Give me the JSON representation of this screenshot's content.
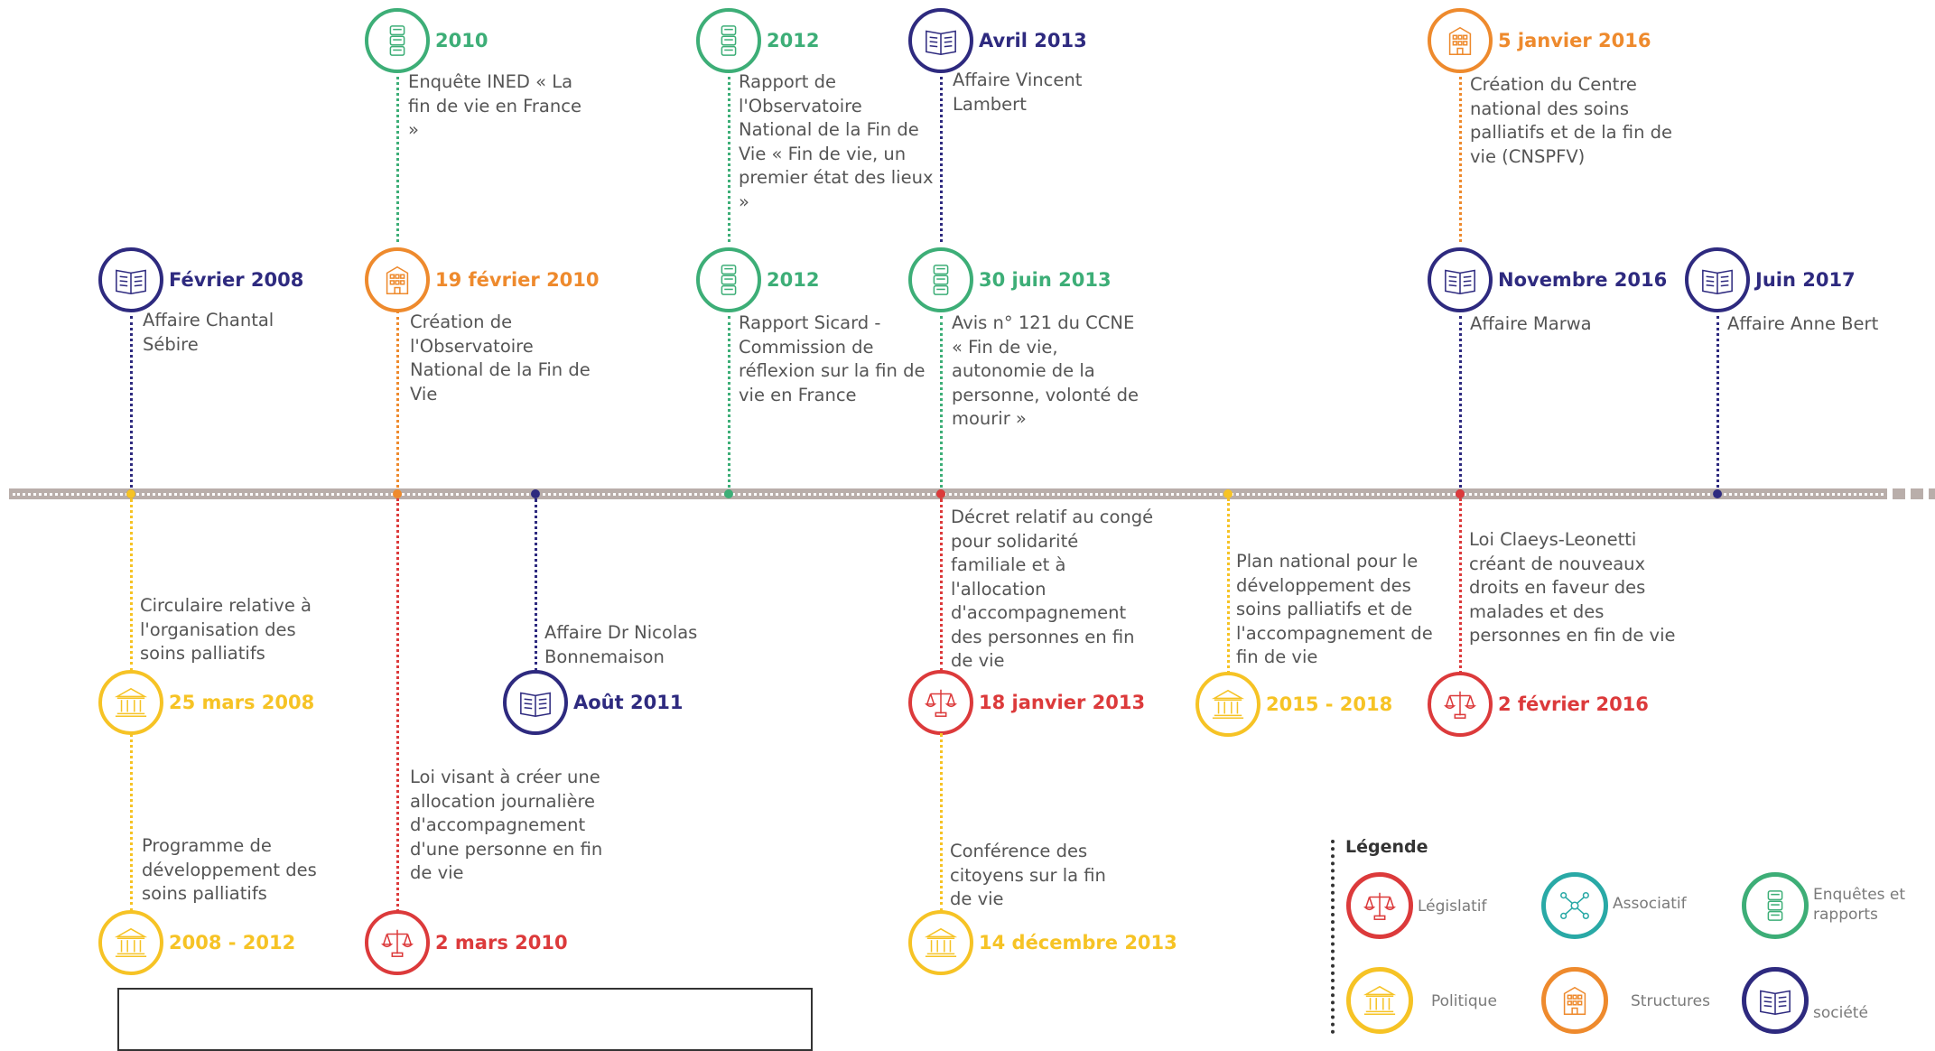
{
  "colors": {
    "legislatif": "#dc3a3b",
    "associatif": "#29a9a6",
    "enquetes": "#3dae77",
    "politique": "#f6c325",
    "structures": "#ee8a2d",
    "societe": "#2e2a7f",
    "axis": "#b9aeaa",
    "text": "#555555"
  },
  "legend": {
    "title": "Légende",
    "items": [
      {
        "category": "legislatif",
        "icon": "scales-icon",
        "label": "Législatif"
      },
      {
        "category": "associatif",
        "icon": "network-icon",
        "label": "Associatif"
      },
      {
        "category": "enquetes",
        "icon": "documents-icon",
        "label": "Enquêtes et rapports"
      },
      {
        "category": "politique",
        "icon": "government-building-icon",
        "label": "Politique"
      },
      {
        "category": "structures",
        "icon": "building-icon",
        "label": "Structures"
      },
      {
        "category": "societe",
        "icon": "newspaper-icon",
        "label": "société"
      }
    ]
  },
  "events": [
    {
      "date": "Février 2008",
      "category": "societe",
      "text": "Affaire Chantal Sébire"
    },
    {
      "date": "2010",
      "category": "enquetes",
      "text": "Enquête INED « La fin de vie en France »"
    },
    {
      "date": "19 février 2010",
      "category": "structures",
      "text": "Création de l'Observatoire National de la Fin de Vie"
    },
    {
      "date": "2012",
      "category": "enquetes",
      "text": "Rapport de l'Observatoire National de la Fin de Vie  « Fin de vie, un premier état des lieux »"
    },
    {
      "date": "2012",
      "category": "enquetes",
      "text": "Rapport Sicard - Commission de réflexion sur la fin de vie en France"
    },
    {
      "date": "Avril 2013",
      "category": "societe",
      "text": "Affaire Vincent Lambert"
    },
    {
      "date": "30 juin 2013",
      "category": "enquetes",
      "text": "Avis n° 121 du CCNE « Fin de vie, autonomie de la personne, volonté de mourir »"
    },
    {
      "date": "5 janvier 2016",
      "category": "structures",
      "text": "Création du Centre national des soins palliatifs et de la fin de vie (CNSPFV)"
    },
    {
      "date": "Novembre 2016",
      "category": "societe",
      "text": "Affaire Marwa"
    },
    {
      "date": "Juin 2017",
      "category": "societe",
      "text": "Affaire Anne Bert"
    },
    {
      "date": "25 mars 2008",
      "category": "politique",
      "text": "Circulaire relative à l'organisation des soins palliatifs"
    },
    {
      "date": "2008 - 2012",
      "category": "politique",
      "text": "Programme de développement des soins palliatifs"
    },
    {
      "date": "2 mars 2010",
      "category": "legislatif",
      "text": "Loi visant à créer une allocation journalière d'accompagnement d'une personne en fin de vie"
    },
    {
      "date": "Août 2011",
      "category": "societe",
      "text": "Affaire Dr Nicolas Bonnemaison"
    },
    {
      "date": "18 janvier 2013",
      "category": "legislatif",
      "text": "Décret relatif au congé pour solidarité familiale et à l'allocation d'accompagnement des personnes en fin de vie"
    },
    {
      "date": "14 décembre 2013",
      "category": "politique",
      "text": "Conférence des citoyens sur la fin de vie"
    },
    {
      "date": "2015 - 2018",
      "category": "politique",
      "text": "Plan national pour le développement des soins palliatifs et de l'accompagnement de fin de vie"
    },
    {
      "date": "2 février 2016",
      "category": "legislatif",
      "text": "Loi Claeys-Leonetti créant de nouveaux droits en faveur des malades et des personnes en fin de vie"
    }
  ]
}
